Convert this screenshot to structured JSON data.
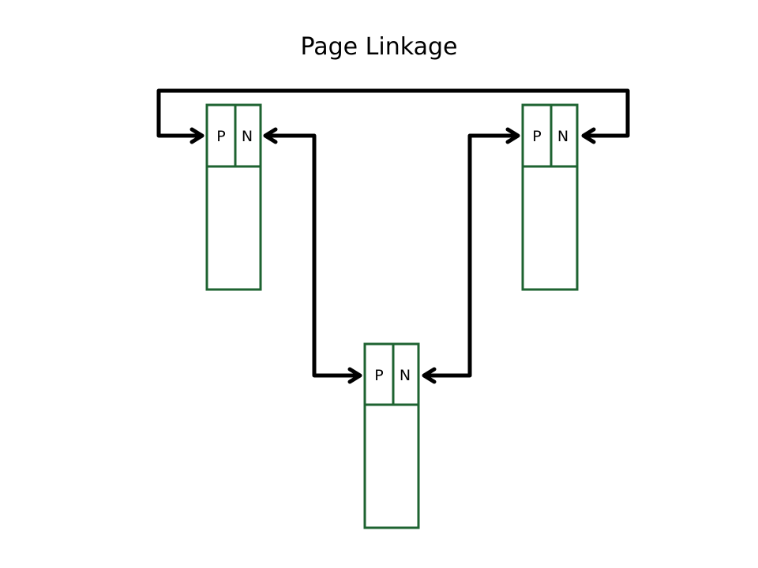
{
  "title": "Page Linkage",
  "colors": {
    "page_border": "#1e6331",
    "arrow": "#000000",
    "background": "#ffffff"
  },
  "pages": [
    {
      "id": "left",
      "prev_label": "P",
      "next_label": "N"
    },
    {
      "id": "right",
      "prev_label": "P",
      "next_label": "N"
    },
    {
      "id": "bottom",
      "prev_label": "P",
      "next_label": "N"
    }
  ]
}
